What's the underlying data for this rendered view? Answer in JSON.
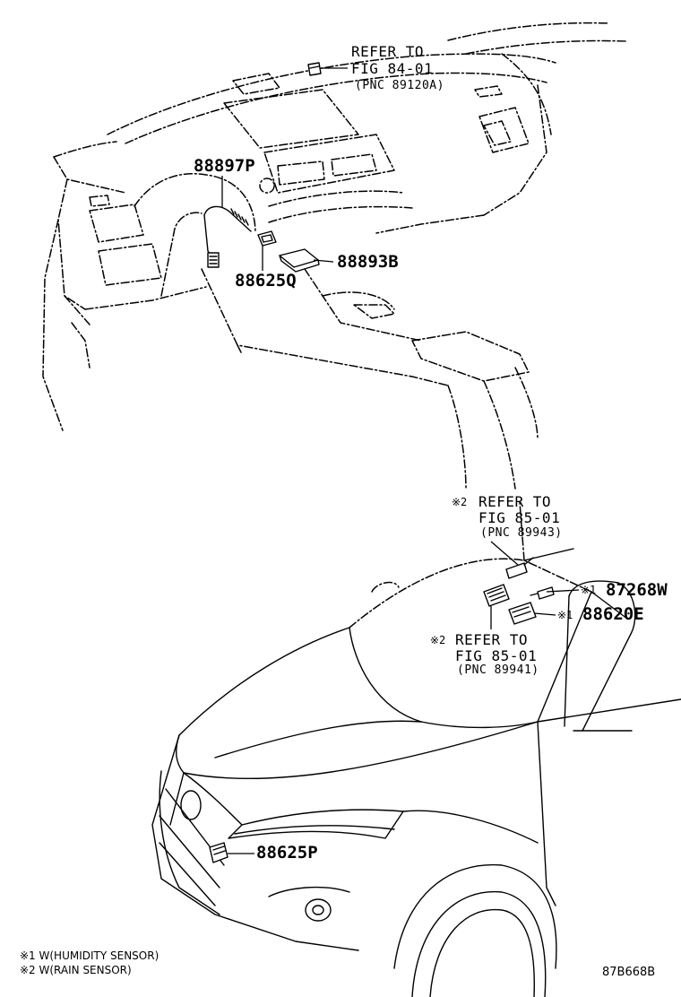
{
  "callouts": {
    "ref_8401": {
      "line1": "REFER TO",
      "line2": "FIG 84-01",
      "line3": "(PNC 89120A)"
    },
    "ref_8501_upper": {
      "mark": "※2",
      "line1": "REFER TO",
      "line2": "FIG 85-01",
      "line3": "(PNC 89943)"
    },
    "ref_8501_lower": {
      "mark": "※2",
      "line1": "REFER TO",
      "line2": "FIG 85-01",
      "line3": "(PNC 89941)"
    }
  },
  "parts": {
    "p88897P": "88897P",
    "p88893B": "88893B",
    "p88625Q": "88625Q",
    "p87268W": {
      "mark": "※1",
      "number": "87268W"
    },
    "p88620E": {
      "mark": "※1",
      "number": "88620E"
    },
    "p88625P": "88625P"
  },
  "notes": {
    "note1": "※1 W(HUMIDITY SENSOR)",
    "note2": "※2 W(RAIN SENSOR)"
  },
  "figure_code": "87B668B"
}
